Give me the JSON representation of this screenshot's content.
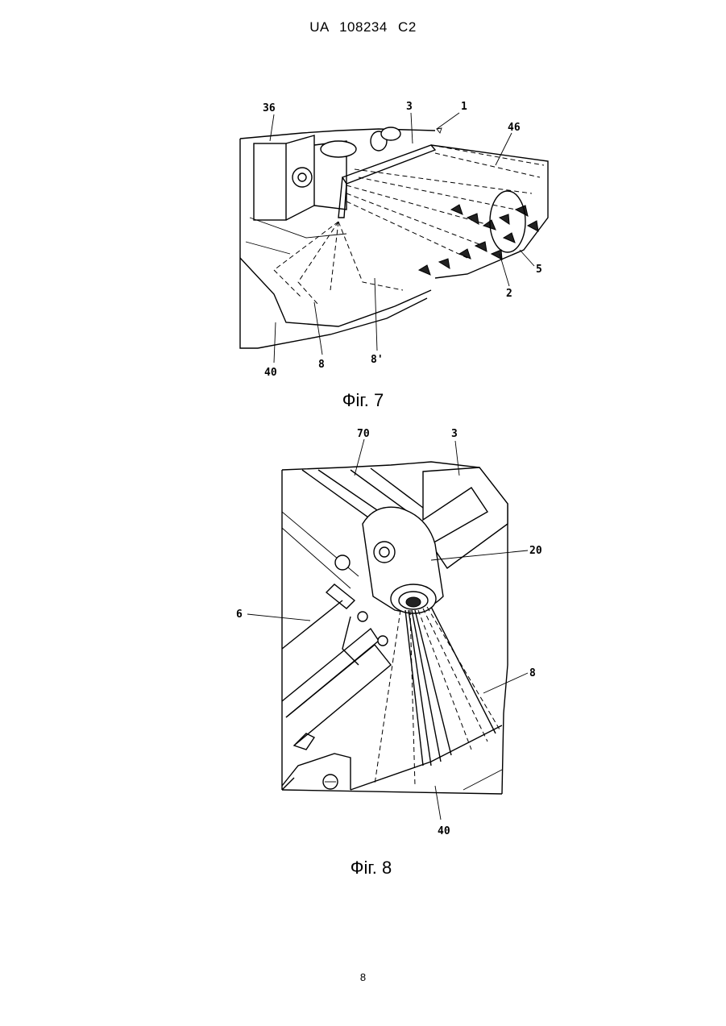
{
  "header": {
    "doc_number": "UA   108234   C2"
  },
  "figures": [
    {
      "caption": "Фіг. 7",
      "labels": {
        "l36": "36",
        "l3": "3",
        "l1": "1",
        "l46": "46",
        "l5": "5",
        "l2": "2",
        "l8p": "8'",
        "l8": "8",
        "l40": "40"
      }
    },
    {
      "caption": "Фіг. 8",
      "labels": {
        "l70": "70",
        "l3": "3",
        "l20": "20",
        "l6": "6",
        "l8": "8",
        "l40": "40"
      }
    }
  ],
  "page_number": "8"
}
